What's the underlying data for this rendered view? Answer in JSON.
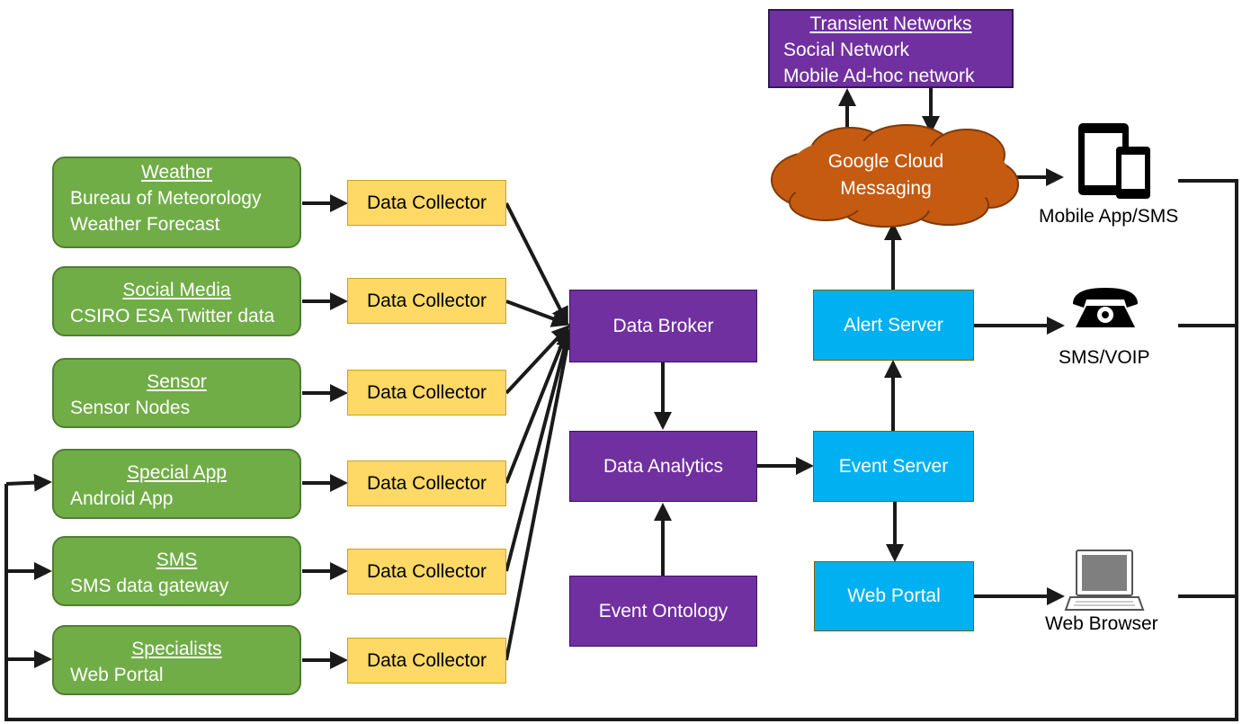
{
  "sources": [
    {
      "title": "Weather",
      "lines": [
        "Bureau of Meteorology",
        "Weather Forecast"
      ]
    },
    {
      "title": "Social Media",
      "lines": [
        "CSIRO ESA Twitter data"
      ]
    },
    {
      "title": "Sensor",
      "lines": [
        "Sensor Nodes"
      ]
    },
    {
      "title": "Special App",
      "lines": [
        "Android App"
      ]
    },
    {
      "title": "SMS",
      "lines": [
        "SMS data gateway"
      ]
    },
    {
      "title": "Specialists",
      "lines": [
        "Web Portal"
      ]
    }
  ],
  "collectors": [
    "Data Collector",
    "Data Collector",
    "Data Collector",
    "Data Collector",
    "Data Collector",
    "Data Collector"
  ],
  "core": {
    "broker": "Data Broker",
    "analytics": "Data Analytics",
    "ontology": "Event Ontology"
  },
  "servers": {
    "alert": "Alert Server",
    "event": "Event Server",
    "portal": "Web Portal"
  },
  "transient": {
    "title": "Transient Networks",
    "lines": [
      "Social Network",
      "Mobile Ad-hoc network"
    ]
  },
  "cloud": {
    "lines": [
      "Google Cloud",
      "Messaging"
    ],
    "color": "#c55a11"
  },
  "endpoints": {
    "mobile": {
      "label": "Mobile App/SMS",
      "icon": "mobile-tablet-icon"
    },
    "phone": {
      "label": "SMS/VOIP",
      "icon": "telephone-icon"
    },
    "browser": {
      "label": "Web Browser",
      "icon": "laptop-icon"
    }
  },
  "colors": {
    "source": "#70ad47",
    "collector": "#ffd966",
    "core": "#7030a0",
    "server": "#00b0f0"
  }
}
